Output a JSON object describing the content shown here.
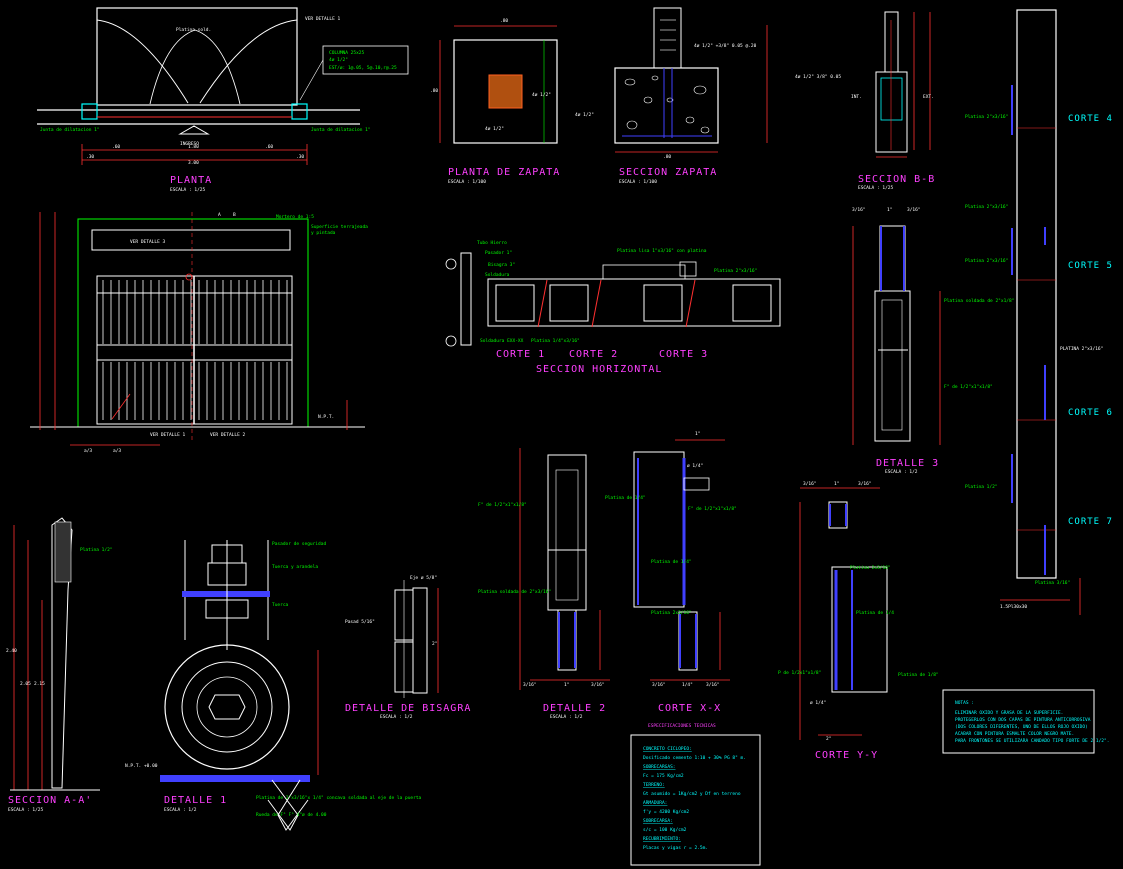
{
  "colors": {
    "background": "#000000",
    "title": "#ff40ff",
    "dimension": "#ff2020",
    "outline": "#ffffff",
    "annotation": "#00ff00",
    "hatch": "#4040ff",
    "cyan": "#00ffff",
    "yellow": "#ffff00"
  },
  "plan": {
    "title": "PLANTA",
    "scale": "ESCALA : 1/25",
    "top_note": "VER DETALLE 1",
    "platina_label": "Platina sold.",
    "column_note_1": "COLUMNA 25x25",
    "column_note_2": "4ø 1/2\"",
    "column_note_3": "EST/ø: 1@.05, 5@.10,r@.25",
    "joint_left": "Junta de dilatacion 1\"",
    "joint_right": "Junta de dilatacion 1\"",
    "ingreso": "INGRESO",
    "dims": [
      ".30",
      ".60",
      "1.80",
      ".60",
      ".30",
      "3.00"
    ]
  },
  "zapata_plan": {
    "title": "PLANTA DE ZAPATA",
    "scale": "ESCALA : 1/100",
    "dim_top": ".80",
    "dim_side": ".80",
    "dim_inner": "4ø 1/2\"",
    "dim_bottom": "4ø 1/2\""
  },
  "zapata_section": {
    "title": "SECCION ZAPATA",
    "scale": "ESCALA : 1/100",
    "label_right": "4ø 1/2\" +3/8\" 0.05 @.20",
    "label_left": "4ø 1/2\"",
    "dim_bottom": ".80"
  },
  "elevation": {
    "left_label": "VER DETALLE 1",
    "center_label": "VER DETALLE 2",
    "top_label_a": "VER DETALLE 3",
    "cut_a": "A",
    "cut_b": "B",
    "note_top_1": "Superficie terrajeada",
    "note_top_2": "y pintada",
    "note_top_3": "Mortero de 1:5",
    "npt": "N.P.T.",
    "dims_bottom": [
      "a/3",
      "a/3"
    ]
  },
  "horizontal": {
    "title": "SECCION HORIZONTAL",
    "cortes": [
      "CORTE 1",
      "CORTE 2",
      "CORTE 3"
    ],
    "notes": [
      "Tubo Hierro",
      "Pasador 1\"",
      "Bisagra 3\"",
      "Soldadura",
      "Soldadura EXX-XX",
      "Platina 1/4\"x3/16\"",
      "Platina 2\"x3/16\"",
      "Platina lisa 1\"x3/16\" con platina"
    ]
  },
  "corte_bb": {
    "title": "SECCION B-B",
    "scale": "ESCALA : 1/25",
    "int": "INT.",
    "ext": "EXT.",
    "label": "4ø 1/2\" 3/8\" 0.05"
  },
  "detalle3": {
    "title": "DETALLE 3",
    "scale": "ESCALA : 1/2",
    "labels": [
      "3/16\"",
      "1\"",
      "3/16\"",
      "Platina soldada de 2\"x1/8\"",
      "F° de 1/2\"x1\"x1/8\""
    ]
  },
  "column": {
    "cortes": [
      "CORTE 4",
      "CORTE 5",
      "CORTE 6",
      "CORTE 7"
    ],
    "platinas": [
      "Platina 2\"x3/16\"",
      "Platina 2\"x3/16\"",
      "Platina 2\"x3/16\"",
      "PLATINA 2\"x3/16\"",
      "Platina 1/2\"",
      "Platina 3/16\""
    ],
    "bottom": "1.5Pl30x30"
  },
  "seccion_aa": {
    "title": "SECCION A-A'",
    "scale": "ESCALA : 1/25",
    "labels": [
      "Platina 1/2\"",
      "2.40",
      "2.05",
      "2.15"
    ]
  },
  "detalle1": {
    "title": "DETALLE 1",
    "scale": "ESCALA : 1/2",
    "npt": "N.P.T. +0.00",
    "labels": [
      "Pasador de seguridad",
      "Tuerca y arandela",
      "Tuerca",
      "Platina de 2\"x3/16\"x 1/4\" concava soldada al eje de la puerta",
      "Rueda de F° F° 4\"ø de 4.00"
    ]
  },
  "bisagra": {
    "title": "DETALLE DE BISAGRA",
    "scale": "ESCALA : 1/2",
    "labels": [
      "Eje ø 5/8\"",
      "Pasad 5/16\"",
      "2\""
    ]
  },
  "detalle2": {
    "title": "DETALLE 2",
    "scale": "ESCALA : 1/2",
    "labels": [
      "F° de 1/2\"x1\"x1/8\"",
      "Platina soldada de 2\"x3/16\"",
      "3/16\"",
      "1\"",
      "3/16\""
    ]
  },
  "corte_xx": {
    "title": "CORTE X-X",
    "labels": [
      "1\"",
      "ø 1/4\"",
      "Platina de 1/4\"",
      "F° de 1/2\"x1\"x1/8\"",
      "Platina de 1/4\"",
      "Platina 2x3/16\"",
      "3/16\"",
      "1/4\"",
      "3/16\""
    ]
  },
  "corte_yy": {
    "title": "CORTE Y-Y",
    "labels": [
      "3/16\"",
      "1\"",
      "3/16\"",
      "Platina 2x3/16\"",
      "Platina de 1/4",
      "P de 1/2x1\"x1/8\"",
      "Platina de 1/8\"",
      "ø 1/4\"",
      "2\""
    ]
  },
  "specs": {
    "header": "ESPECIFICACIONES TECNICAS",
    "lines": [
      {
        "k": "CONCRETO CICLOPEO:",
        "v": "Dosificado cemento 1:10 + 30% PG 8\" m."
      },
      {
        "k": "SOBRECARGAS:",
        "v": "Fc = 175 Kg/cm2"
      },
      {
        "k": "TERRENO:",
        "v": "Gt asumido = 1Kg/cm2 y  Df en terreno"
      },
      {
        "k": "ARMADURA:",
        "v": "f'y = 4200 Kg/cm2"
      },
      {
        "k": "SOBRECARGA:",
        "v": "s/c = 100 Kg/cm2"
      },
      {
        "k": "RECUBRIMIENTO:",
        "v": "Placas y vigas r = 2.5m."
      }
    ]
  },
  "notes": {
    "header": "NOTAS :",
    "lines": [
      "ELIMINAR OXIDO Y GRASA DE LA SUPERFICIE.",
      "PROTEGERLOS CON DOS CAPAS DE PINTURA ANTICORROSIVA",
      "(DOS COLORES DIFERENTES, UNO DE ELLOS ROJO OXIDO)",
      "ACABAR CON PINTURA ESMALTE COLOR NEGRO MATE.",
      "PARA FRONTONES SE UTILIZARA CANDADO TIPO FORTE DE 2 1/2\"."
    ]
  }
}
